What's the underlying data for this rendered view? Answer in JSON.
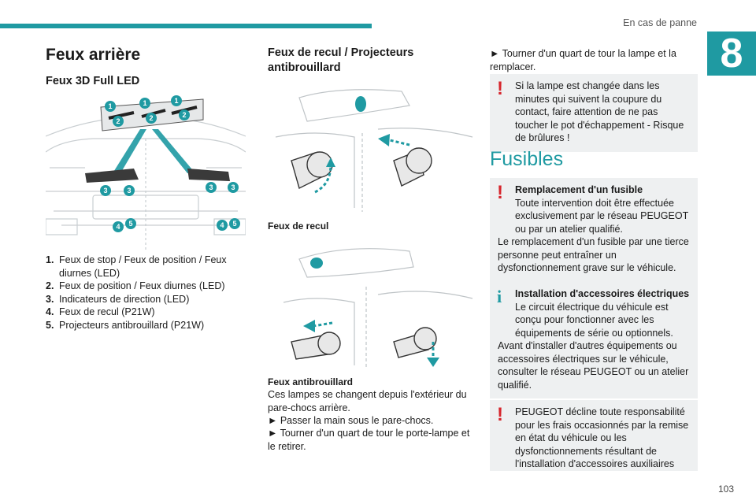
{
  "header": {
    "section": "En cas de panne",
    "chapter_number": "8",
    "page_number": "103"
  },
  "col1": {
    "title": "Feux arrière",
    "subtitle": "Feux 3D Full LED",
    "legend": [
      {
        "num": "1.",
        "text": "Feux de stop / Feux de position / Feux diurnes (LED)"
      },
      {
        "num": "2.",
        "text": "Feux de position / Feux diurnes (LED)"
      },
      {
        "num": "3.",
        "text": "Indicateurs de direction (LED)"
      },
      {
        "num": "4.",
        "text": "Feux de recul (P21W)"
      },
      {
        "num": "5.",
        "text": "Projecteurs antibrouillard (P21W)"
      }
    ],
    "callouts": [
      "1",
      "2",
      "3",
      "4",
      "5"
    ]
  },
  "col2": {
    "title": "Feux de recul / Projecteurs antibrouillard",
    "caption_recul": "Feux de recul",
    "caption_antibrouillard": "Feux antibrouillard",
    "para1": "Ces lampes se changent depuis l'extérieur du pare-chocs arrière.",
    "step1": "► Passer la main sous le pare-chocs.",
    "step2": "► Tourner d'un quart de tour le porte-lampe et le retirer."
  },
  "col3": {
    "step": "► Tourner d'un quart de tour la lampe et la remplacer.",
    "warning1": "Si la lampe est changée dans les minutes qui suivent la coupure du contact, faire attention de ne pas toucher le pot d'échappement - Risque de brûlures !",
    "fusibles_title": "Fusibles",
    "warning2_title": "Remplacement d'un fusible",
    "warning2_text1": "Toute intervention doit être effectuée exclusivement par le réseau PEUGEOT ou par un atelier qualifié.",
    "warning2_text2": "Le remplacement d'un fusible par une tierce personne peut entraîner un dysfonctionnement grave sur le véhicule.",
    "info_title": "Installation d'accessoires électriques",
    "info_text1": "Le circuit électrique du véhicule est conçu pour fonctionner avec les équipements de série ou optionnels.",
    "info_text2": "Avant d'installer d'autres équipements ou accessoires électriques sur le véhicule, consulter le réseau PEUGEOT ou un atelier qualifié.",
    "warning3": "PEUGEOT décline toute responsabilité pour les frais occasionnés par la remise en état du véhicule ou les dysfonctionnements résultant de l'installation d'accessoires auxiliaires non fournis, non"
  },
  "icons": {
    "warning": "exclamation-icon",
    "info": "info-icon",
    "warning_glyph": "!",
    "info_glyph": "i"
  },
  "colors": {
    "accent": "#1f9aa2",
    "warning": "#d6252c",
    "box_bg": "#eef0f1"
  }
}
